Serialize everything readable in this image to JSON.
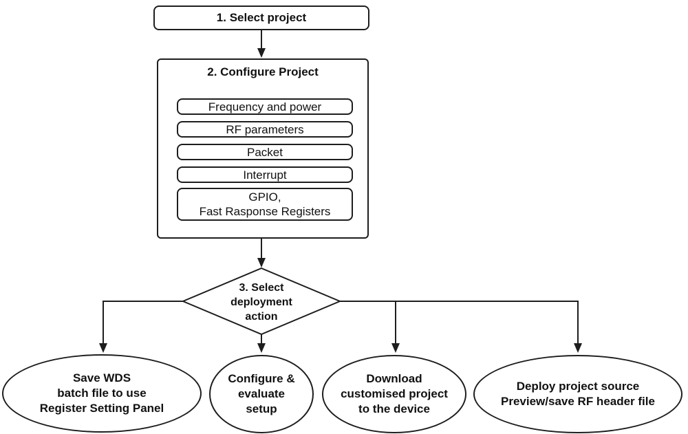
{
  "colors": {
    "line": "#1d1d1d",
    "background": "#ffffff",
    "node_fill": "#ffffff"
  },
  "flow": {
    "step1": {
      "label": "1. Select project"
    },
    "step2": {
      "title": "2. Configure Project",
      "items": [
        {
          "label": "Frequency and power"
        },
        {
          "label": "RF parameters"
        },
        {
          "label": "Packet"
        },
        {
          "label": "Interrupt"
        },
        {
          "label": "GPIO,\nFast Rasponse Registers"
        }
      ]
    },
    "step3": {
      "label": "3. Select\ndeployment\naction"
    },
    "outcomes": [
      {
        "label": "Save WDS\nbatch file to use\nRegister Setting Panel"
      },
      {
        "label": "Configure &\nevaluate\nsetup"
      },
      {
        "label": "Download\ncustomised project\nto the device"
      },
      {
        "label": "Deploy project source\nPreview/save RF header file"
      }
    ]
  }
}
